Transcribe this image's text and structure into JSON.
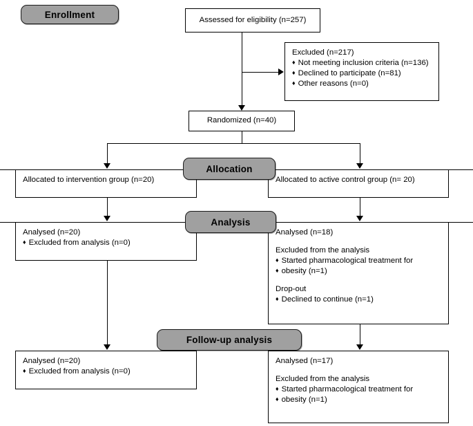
{
  "diagram": {
    "title": "CONSORT participant flow diagram",
    "accent_badge_color": "#a0a0a0",
    "line_color": "#000000",
    "box_background": "#ffffff"
  },
  "stages": {
    "enrollment": "Enrollment",
    "allocation": "Allocation",
    "analysis": "Analysis",
    "followup": "Follow-up analysis"
  },
  "boxes": {
    "assessed": {
      "text": "Assessed for eligibility (n=257)"
    },
    "excluded": {
      "heading": "Excluded (n=217)",
      "reasons": [
        "Not meeting inclusion criteria (n=136)",
        "Declined to participate (n=81)",
        "Other reasons (n=0)"
      ]
    },
    "randomized": {
      "text": "Randomized (n=40)"
    },
    "allocated_intervention": {
      "text": "Allocated to intervention group (n=20)"
    },
    "allocated_control": {
      "text": "Allocated to active control group (n= 20)"
    },
    "analysis_intervention": {
      "heading": "Analysed (n=20)",
      "bullets": [
        "Excluded from analysis (n=0)"
      ]
    },
    "analysis_control": {
      "heading": "Analysed (n=18)",
      "excluded_heading": "Excluded from the analysis",
      "excluded_bullet_line1": "Started pharmacological treatment for",
      "excluded_bullet_line2": "obesity (n=1)",
      "dropout_heading": "Drop-out",
      "dropout_bullet": "Declined to continue (n=1)"
    },
    "followup_intervention": {
      "heading": "Analysed (n=20)",
      "bullets": [
        "Excluded from analysis (n=0)"
      ]
    },
    "followup_control": {
      "heading": "Analysed (n=17)",
      "excluded_heading": "Excluded from the analysis",
      "excluded_bullet_line1": "Started pharmacological treatment for",
      "excluded_bullet_line2": "obesity (n=1)"
    }
  }
}
